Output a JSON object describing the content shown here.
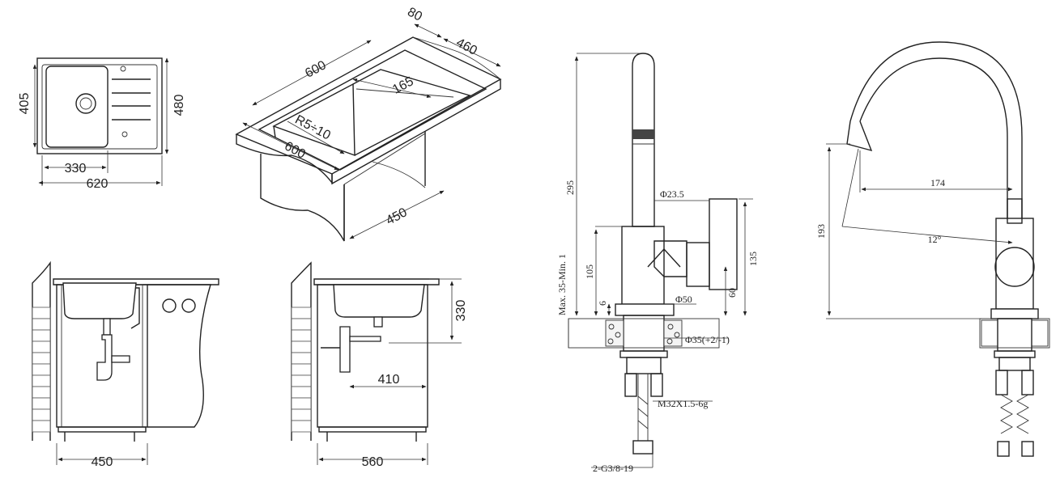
{
  "diagrams": {
    "sink_top": {
      "dims": [
        "405",
        "480",
        "330",
        "620"
      ]
    },
    "sink_iso": {
      "dims": [
        "80",
        "460",
        "600",
        "165",
        "R5÷10",
        "600",
        "450"
      ]
    },
    "cabinet_front": {
      "dims": [
        "450"
      ]
    },
    "cabinet_side": {
      "dims": [
        "330",
        "410",
        "560"
      ]
    },
    "faucet_side": {
      "dims": [
        "295",
        "Φ23.5",
        "105",
        "135",
        "60",
        "Max. 35-Min. 1",
        "6",
        "Φ50",
        "Φ35(+2/-1)",
        "M32X1.5-6g",
        "2-G3/8-19"
      ]
    },
    "faucet_front": {
      "dims": [
        "174",
        "193",
        "12°"
      ]
    }
  }
}
